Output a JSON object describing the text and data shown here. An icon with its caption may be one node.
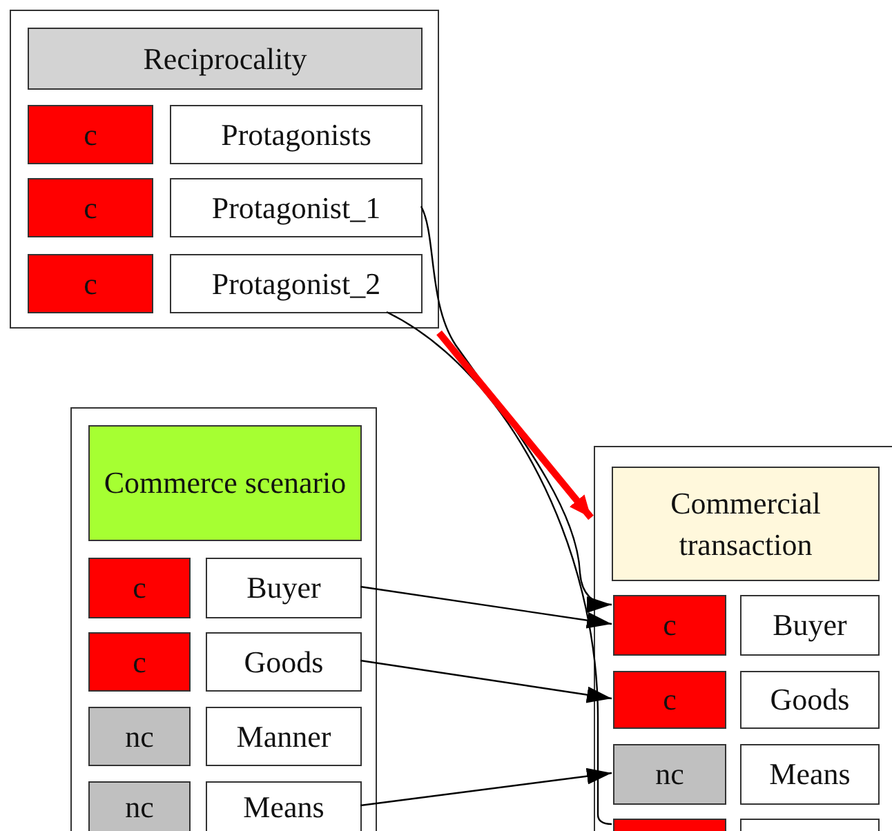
{
  "diagram": {
    "nodes": [
      {
        "text": [],
        "shape": "box"
      },
      {
        "text": [
          "Reciprocality"
        ],
        "in": 0
      },
      {
        "text": [
          "c"
        ],
        "in": 0
      },
      {
        "text": [
          "Protagonists"
        ],
        "in": 0
      },
      {
        "text": [
          "c"
        ],
        "in": 0
      },
      {
        "text": [
          "Protagonist_1"
        ],
        "in": 0
      },
      {
        "text": [
          "c"
        ],
        "in": 0
      },
      {
        "text": [
          "Protagonist_2"
        ],
        "in": 0
      },
      {
        "text": [],
        "shape": "box"
      },
      {
        "text": [
          "Commerce scenario"
        ],
        "in": 8
      },
      {
        "text": [
          "c"
        ],
        "in": 8
      },
      {
        "text": [
          "Buyer"
        ],
        "in": 8
      },
      {
        "text": [
          "c"
        ],
        "in": 8
      },
      {
        "text": [
          "Goods"
        ],
        "in": 8
      },
      {
        "text": [
          "nc"
        ],
        "in": 8
      },
      {
        "text": [
          "Manner"
        ],
        "in": 8
      },
      {
        "text": [
          "nc"
        ],
        "in": 8
      },
      {
        "text": [
          "Means"
        ],
        "in": 8
      },
      {
        "text": [],
        "shape": "box"
      },
      {
        "text": [
          "Commercial transaction"
        ],
        "in": 18
      },
      {
        "text": [
          "c"
        ],
        "in": 18
      },
      {
        "text": [
          "Buyer"
        ],
        "in": 18
      },
      {
        "text": [
          "c"
        ],
        "in": 18
      },
      {
        "text": [
          "Goods"
        ],
        "in": 18
      },
      {
        "text": [
          "nc"
        ],
        "in": 18
      },
      {
        "text": [
          "Means"
        ],
        "in": 18
      },
      {
        "text": [],
        "shape": "box",
        "in": 18
      },
      {
        "text": [],
        "shape": "box",
        "in": 18
      }
    ],
    "edges": [
      {
        "from": 5,
        "to": 20,
        "arrow": "to"
      },
      {
        "from": 7,
        "to": 26,
        "arrow": "none"
      },
      {
        "from": 0,
        "to": 18,
        "arrow": "to",
        "style": "thick",
        "color": "#ff0000"
      },
      {
        "from": 11,
        "to": 20,
        "arrow": "to"
      },
      {
        "from": 13,
        "to": 22,
        "arrow": "to"
      },
      {
        "from": 17,
        "to": 24,
        "arrow": "to"
      }
    ]
  }
}
